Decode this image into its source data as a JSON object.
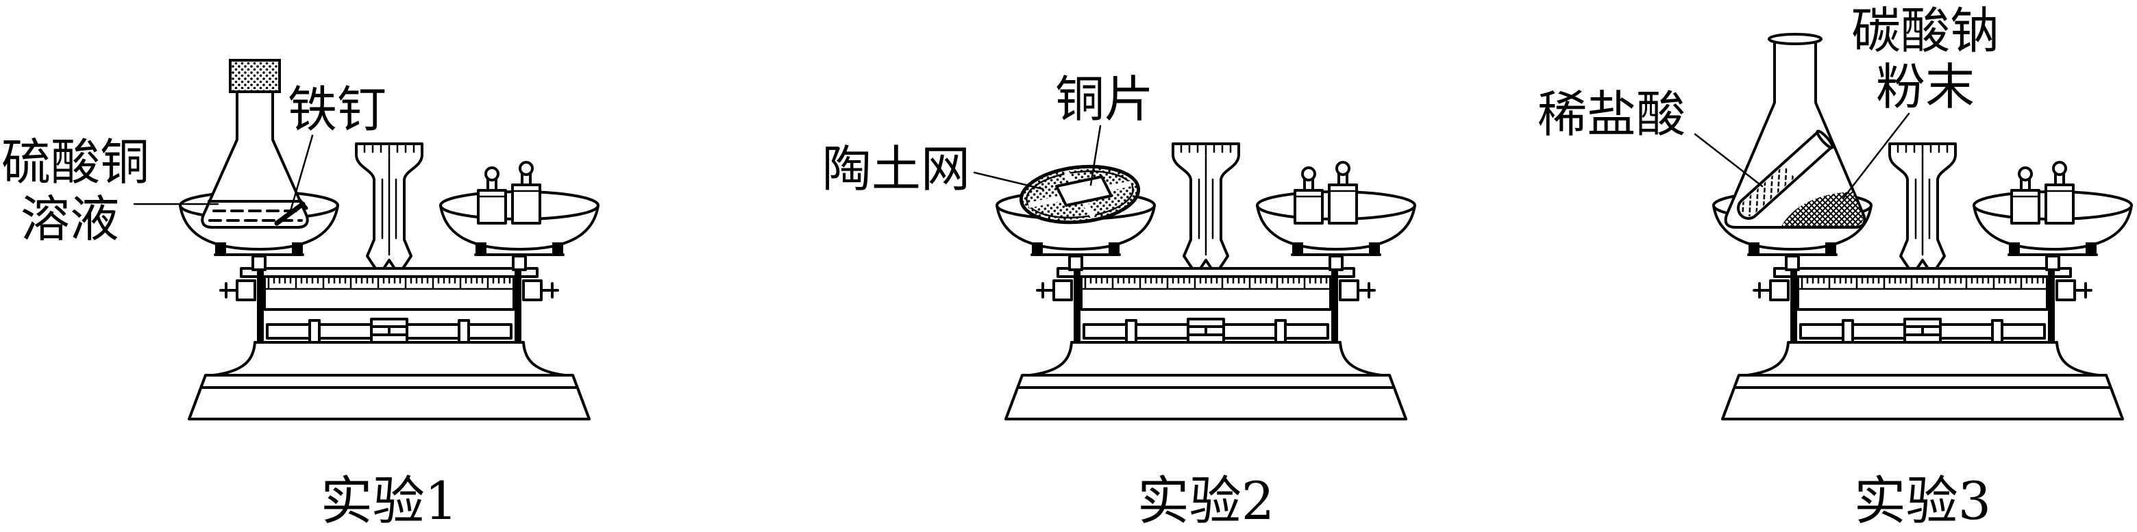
{
  "experiments": {
    "exp1": {
      "solution_line1": "硫酸铜",
      "solution_line2": "溶液",
      "nail": "铁钉",
      "caption": "实验1"
    },
    "exp2": {
      "copper": "铜片",
      "mesh": "陶土网",
      "caption": "实验2"
    },
    "exp3": {
      "powder_line1": "碳酸钠",
      "powder_line2": "粉末",
      "acid": "稀盐酸",
      "caption": "实验3"
    }
  },
  "colors": {
    "ink": "#000000",
    "paper": "#ffffff"
  }
}
